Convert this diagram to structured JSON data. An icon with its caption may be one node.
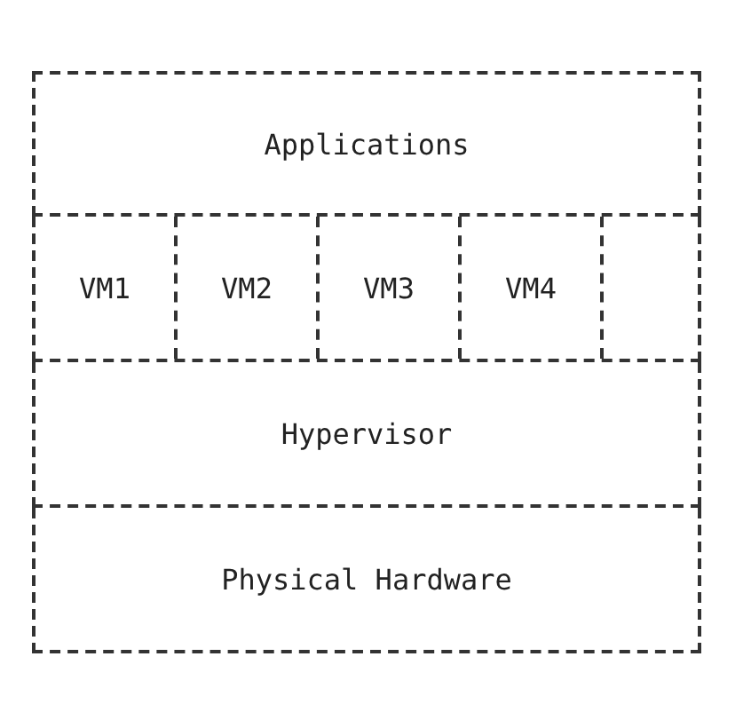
{
  "diagram": {
    "nodes": [
      {
        "text": [
          "Applications"
        ]
      },
      {
        "text": [],
        "shape": "box"
      },
      {
        "text": [
          "VM1"
        ],
        "in": 1
      },
      {
        "text": [
          "VM2"
        ],
        "in": 1
      },
      {
        "text": [
          "VM3"
        ],
        "in": 1
      },
      {
        "text": [
          "VM4"
        ],
        "in": 1
      },
      {
        "text": [
          "Hypervisor"
        ]
      },
      {
        "text": [
          "Physical Hardware"
        ]
      }
    ]
  }
}
